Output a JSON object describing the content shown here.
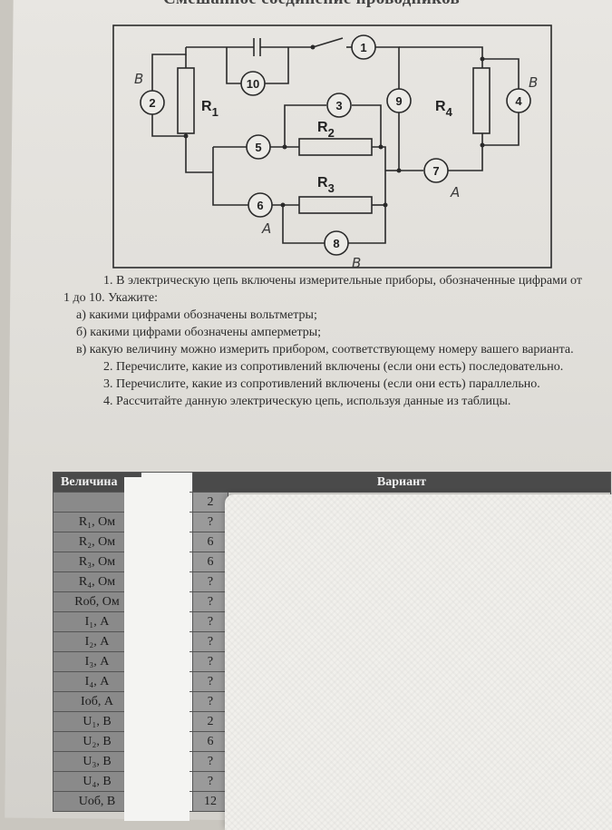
{
  "title": "Смешанное соединение проводников",
  "circuit": {
    "meters": [
      "1",
      "2",
      "3",
      "4",
      "5",
      "6",
      "7",
      "8",
      "9",
      "10"
    ],
    "resistors": {
      "r1": "R",
      "r1_sub": "1",
      "r2": "R",
      "r2_sub": "2",
      "r3": "R",
      "r3_sub": "3",
      "r4": "R",
      "r4_sub": "4"
    },
    "handwritten": {
      "m2": "В",
      "m4": "В",
      "m6": "А",
      "m7": "А",
      "m8": "В"
    }
  },
  "tasks": {
    "t1": "1. В электрическую цепь включены измерительные приборы, обозначенные цифрами от 1 до 10. Укажите:",
    "t1a": "а) какими цифрами обозначены вольтметры;",
    "t1b": "б) какими цифрами обозначены амперметры;",
    "t1c": "в) какую величину можно измерить прибором, соответствующему номеру вашего варианта.",
    "t2": "2. Перечислите, какие из сопротивлений включены (если они есть) последовательно.",
    "t3": "3. Перечислите, какие из сопротивлений включены (если они есть) параллельно.",
    "t4": "4. Рассчитайте данную электрическую цепь, используя данные из таблицы."
  },
  "table": {
    "col_quantity": "Величина",
    "col_variant": "Вариант",
    "variant_number": "2",
    "rows": [
      {
        "name": "R₁, Ом",
        "value": "?"
      },
      {
        "name": "R₂, Ом",
        "value": "6"
      },
      {
        "name": "R₃, Ом",
        "value": "6"
      },
      {
        "name": "R₄, Ом",
        "value": "?"
      },
      {
        "name": "Rоб, Ом",
        "value": "?"
      },
      {
        "name": "I₁, А",
        "value": "?"
      },
      {
        "name": "I₂, А",
        "value": "?"
      },
      {
        "name": "I₃, А",
        "value": "?"
      },
      {
        "name": "I₄, А",
        "value": "?"
      },
      {
        "name": "Iоб, А",
        "value": "?"
      },
      {
        "name": "U₁, В",
        "value": "2"
      },
      {
        "name": "U₂, В",
        "value": "6"
      },
      {
        "name": "U₃, В",
        "value": "?"
      },
      {
        "name": "U₄, В",
        "value": "?"
      },
      {
        "name": "Uоб, В",
        "value": "12"
      }
    ]
  }
}
